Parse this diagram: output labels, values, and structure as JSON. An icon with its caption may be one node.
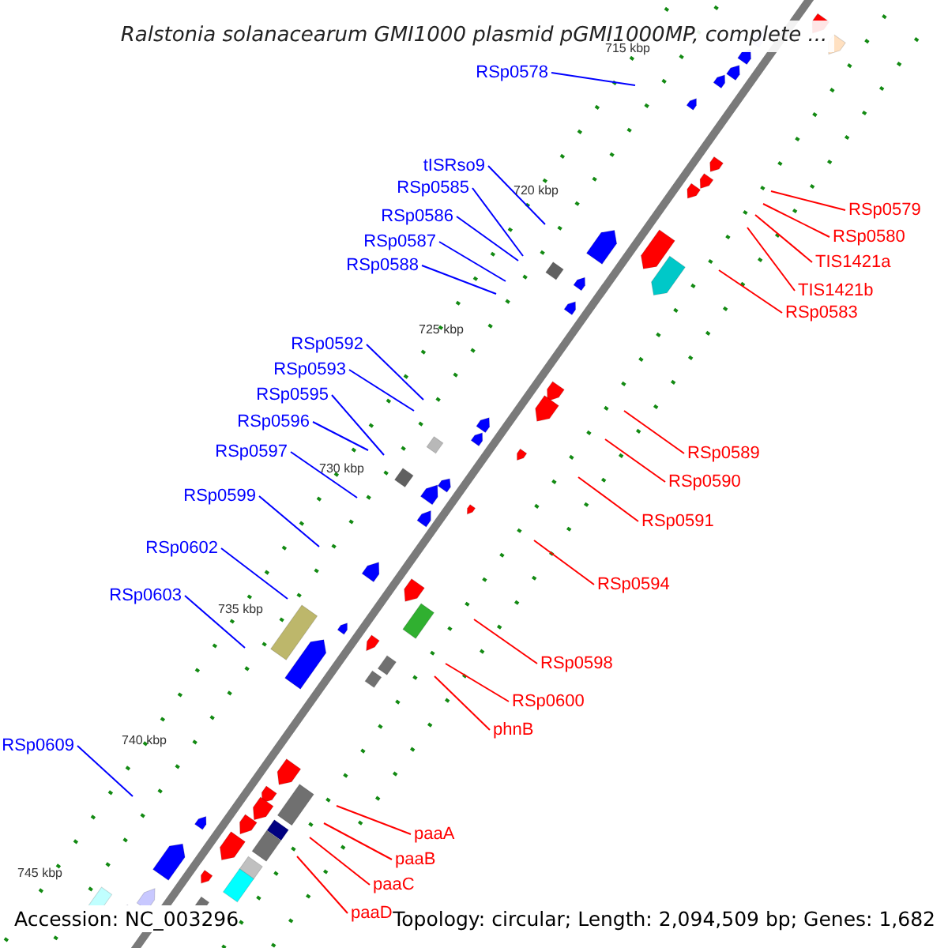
{
  "diagram": {
    "title": "Ralstonia solanacearum GMI1000 plasmid pGMI1000MP, complete ...",
    "nodes": [
      {
        "text": [
          "RSp0578"
        ]
      },
      {
        "text": [
          "tISRso9"
        ]
      },
      {
        "text": [
          "RSp0585"
        ]
      },
      {
        "text": [
          "RSp0586"
        ]
      },
      {
        "text": [
          "RSp0587"
        ]
      },
      {
        "text": [
          "RSp0588"
        ]
      },
      {
        "text": [
          "RSp0592"
        ]
      },
      {
        "text": [
          "RSp0593"
        ]
      },
      {
        "text": [
          "RSp0595"
        ]
      },
      {
        "text": [
          "RSp0596"
        ]
      },
      {
        "text": [
          "RSp0597"
        ]
      },
      {
        "text": [
          "RSp0599"
        ]
      },
      {
        "text": [
          "RSp0602"
        ]
      },
      {
        "text": [
          "RSp0603"
        ]
      },
      {
        "text": [
          "RSp0609"
        ]
      },
      {
        "text": [
          "RSp0579"
        ]
      },
      {
        "text": [
          "RSp0580"
        ]
      },
      {
        "text": [
          "TIS1421a"
        ]
      },
      {
        "text": [
          "TIS1421b"
        ]
      },
      {
        "text": [
          "RSp0583"
        ]
      },
      {
        "text": [
          "RSp0589"
        ]
      },
      {
        "text": [
          "RSp0590"
        ]
      },
      {
        "text": [
          "RSp0591"
        ]
      },
      {
        "text": [
          "RSp0594"
        ]
      },
      {
        "text": [
          "RSp0598"
        ]
      },
      {
        "text": [
          "RSp0600"
        ]
      },
      {
        "text": [
          "phnB"
        ]
      },
      {
        "text": [
          "paaA"
        ]
      },
      {
        "text": [
          "paaB"
        ]
      },
      {
        "text": [
          "paaC"
        ]
      },
      {
        "text": [
          "paaD"
        ]
      }
    ],
    "edges": [
      {
        "from": 0,
        "to": null,
        "arrow": "none",
        "color": "#0000ff"
      },
      {
        "from": 1,
        "to": null,
        "arrow": "none",
        "color": "#0000ff"
      },
      {
        "from": 2,
        "to": null,
        "arrow": "none",
        "color": "#0000ff"
      },
      {
        "from": 3,
        "to": null,
        "arrow": "none",
        "color": "#0000ff"
      },
      {
        "from": 4,
        "to": null,
        "arrow": "none",
        "color": "#0000ff"
      },
      {
        "from": 5,
        "to": null,
        "arrow": "none",
        "color": "#0000ff"
      },
      {
        "from": 6,
        "to": null,
        "arrow": "none",
        "color": "#0000ff"
      },
      {
        "from": 7,
        "to": null,
        "arrow": "none",
        "color": "#0000ff"
      },
      {
        "from": 8,
        "to": null,
        "arrow": "none",
        "color": "#0000ff"
      },
      {
        "from": 9,
        "to": null,
        "arrow": "none",
        "color": "#0000ff"
      },
      {
        "from": 10,
        "to": null,
        "arrow": "none",
        "color": "#0000ff"
      },
      {
        "from": 11,
        "to": null,
        "arrow": "none",
        "color": "#0000ff"
      },
      {
        "from": 12,
        "to": null,
        "arrow": "none",
        "color": "#0000ff"
      },
      {
        "from": 13,
        "to": null,
        "arrow": "none",
        "color": "#0000ff"
      },
      {
        "from": 14,
        "to": null,
        "arrow": "none",
        "color": "#0000ff"
      },
      {
        "from": 15,
        "to": null,
        "arrow": "none",
        "color": "#ff0000"
      },
      {
        "from": 16,
        "to": null,
        "arrow": "none",
        "color": "#ff0000"
      },
      {
        "from": 17,
        "to": null,
        "arrow": "none",
        "color": "#ff0000"
      },
      {
        "from": 18,
        "to": null,
        "arrow": "none",
        "color": "#ff0000"
      },
      {
        "from": 19,
        "to": null,
        "arrow": "none",
        "color": "#ff0000"
      },
      {
        "from": 20,
        "to": null,
        "arrow": "none",
        "color": "#ff0000"
      },
      {
        "from": 21,
        "to": null,
        "arrow": "none",
        "color": "#ff0000"
      },
      {
        "from": 22,
        "to": null,
        "arrow": "none",
        "color": "#ff0000"
      },
      {
        "from": 23,
        "to": null,
        "arrow": "none",
        "color": "#ff0000"
      },
      {
        "from": 24,
        "to": null,
        "arrow": "none",
        "color": "#ff0000"
      },
      {
        "from": 25,
        "to": null,
        "arrow": "none",
        "color": "#ff0000"
      },
      {
        "from": 26,
        "to": null,
        "arrow": "none",
        "color": "#ff0000"
      },
      {
        "from": 27,
        "to": null,
        "arrow": "none",
        "color": "#ff0000"
      },
      {
        "from": 28,
        "to": null,
        "arrow": "none",
        "color": "#ff0000"
      },
      {
        "from": 29,
        "to": null,
        "arrow": "none",
        "color": "#ff0000"
      },
      {
        "from": 30,
        "to": null,
        "arrow": "none",
        "color": "#ff0000"
      }
    ],
    "labels": [
      "715 kbp",
      "720 kbp",
      "725 kbp",
      "730 kbp",
      "735 kbp",
      "740 kbp",
      "745 kbp",
      "Accession: NC_003296",
      "Topology: circular; Length: 2,094,509 bp; Genes: 1,682"
    ]
  }
}
